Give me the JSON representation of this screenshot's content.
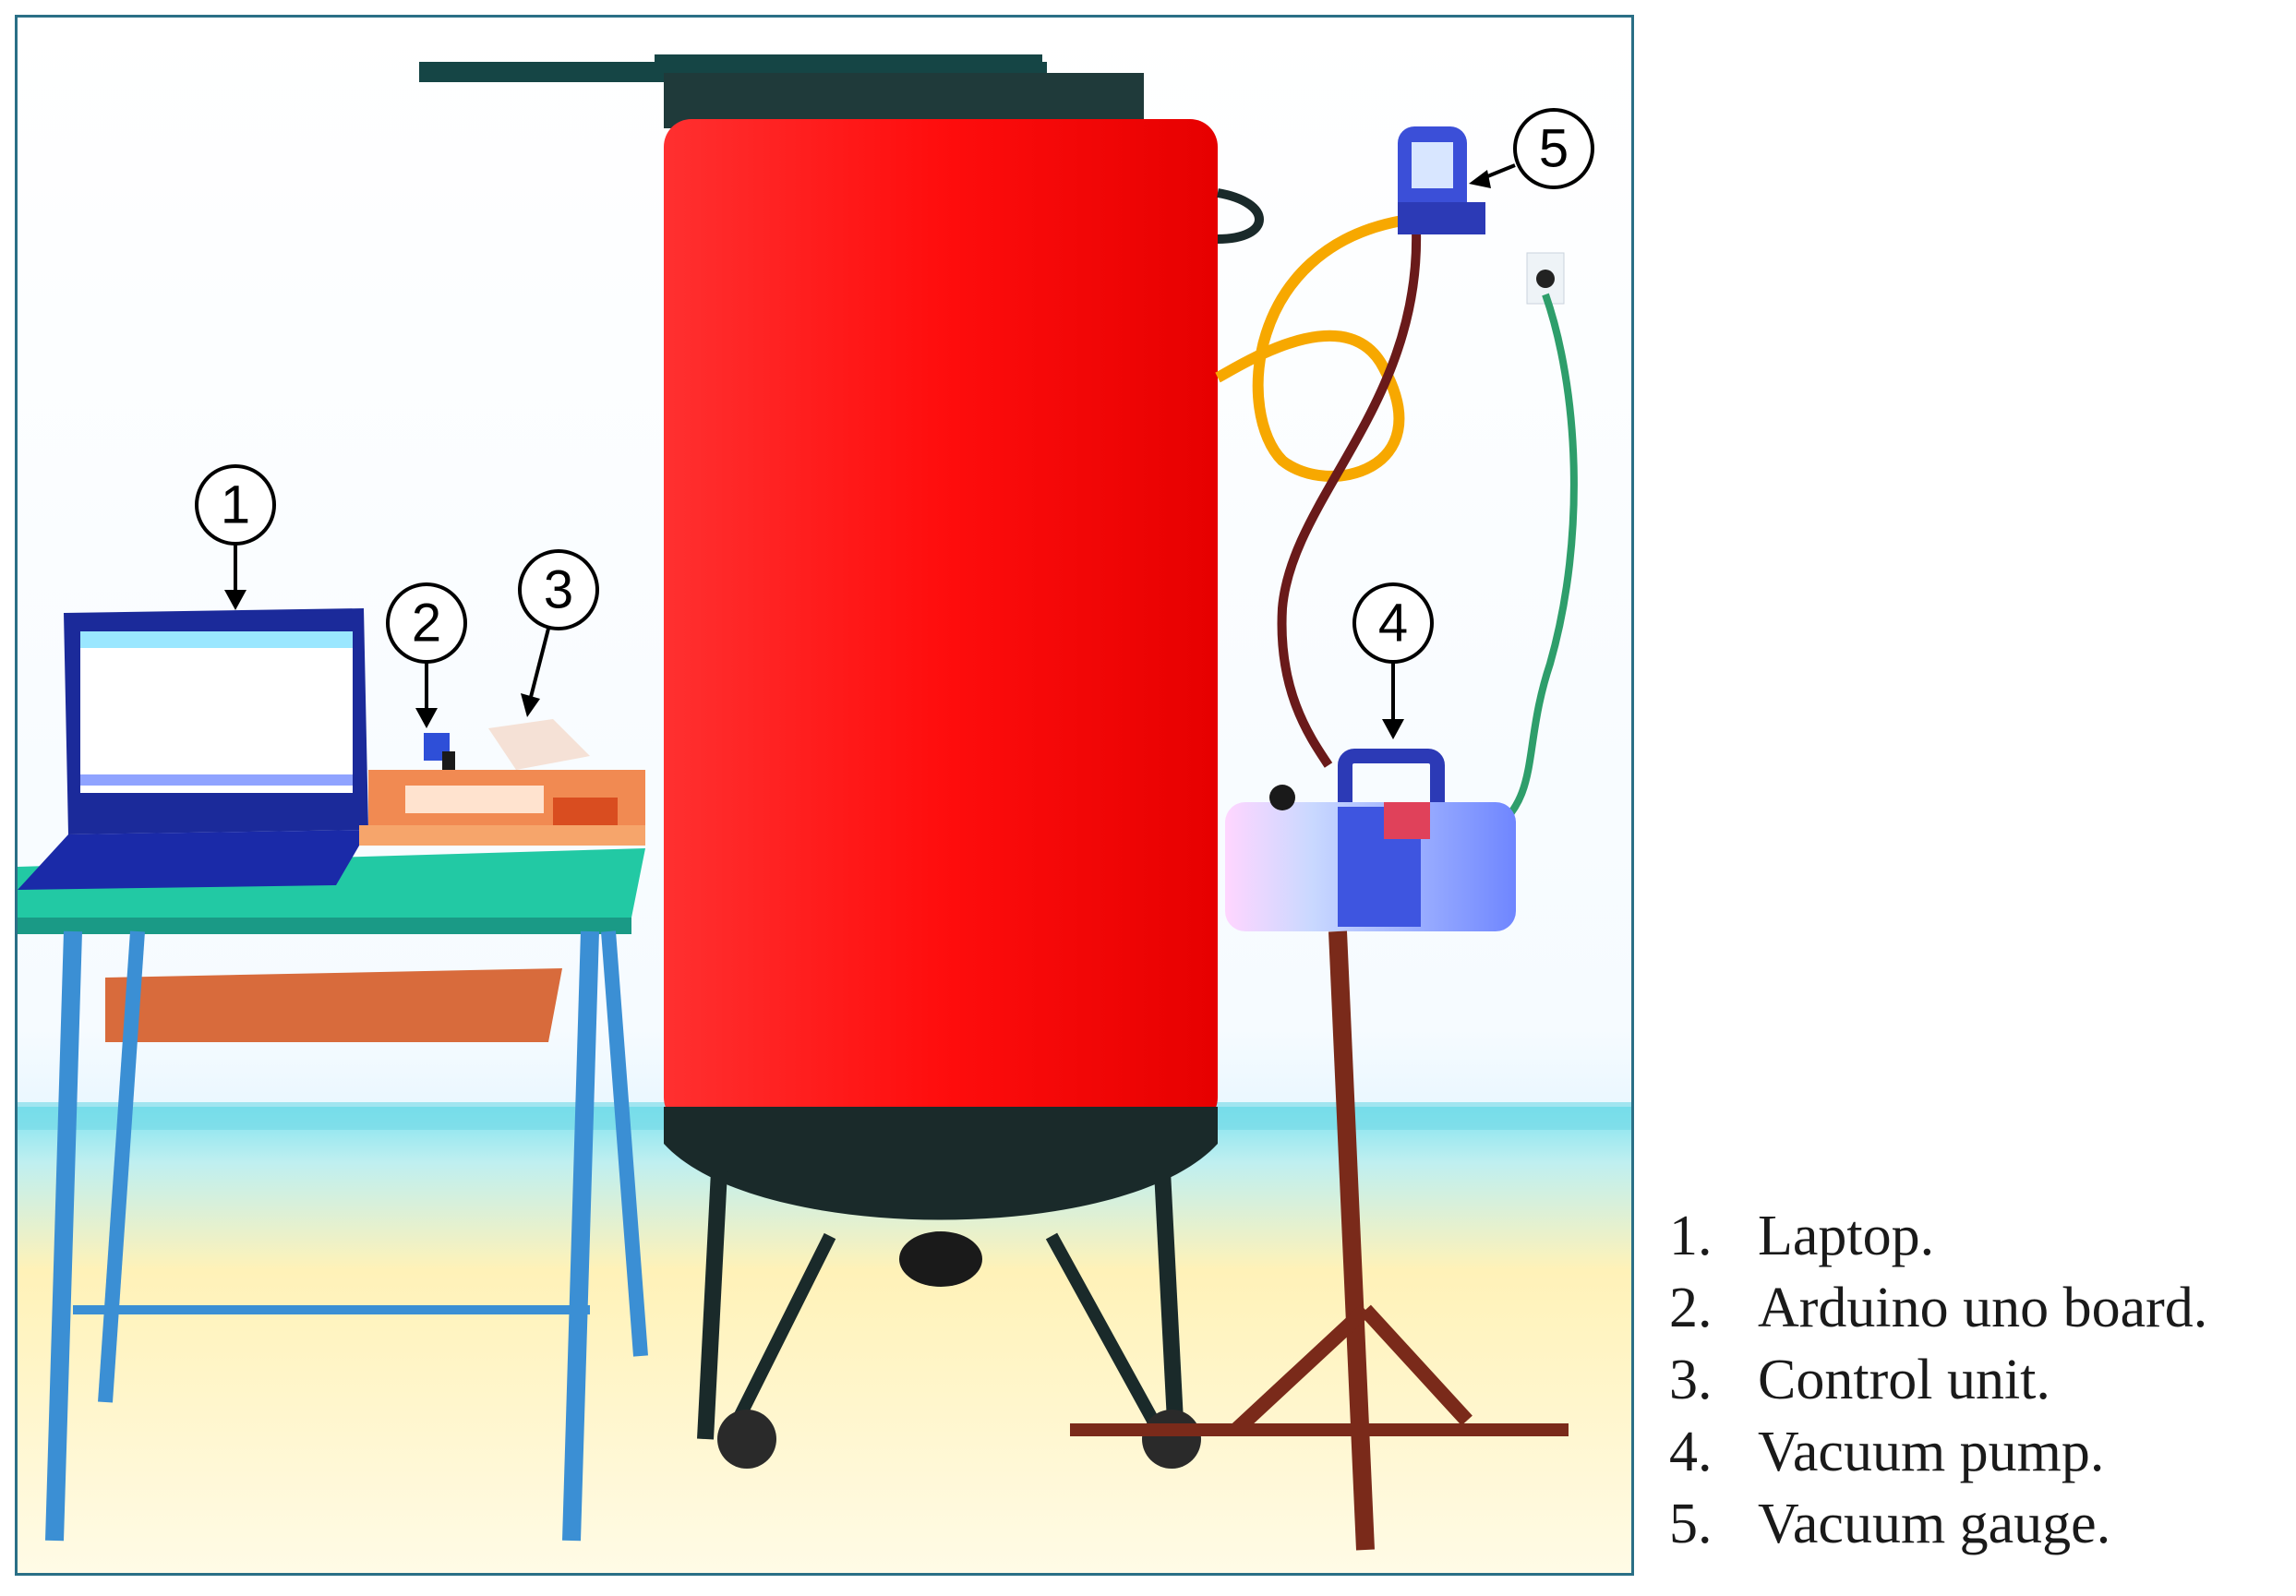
{
  "figure": {
    "callouts": [
      {
        "id": "1",
        "label": "1"
      },
      {
        "id": "2",
        "label": "2"
      },
      {
        "id": "3",
        "label": "3"
      },
      {
        "id": "4",
        "label": "4"
      },
      {
        "id": "5",
        "label": "5"
      }
    ],
    "legend": [
      {
        "num": "1.",
        "text": "Laptop."
      },
      {
        "num": "2.",
        "text": "Arduino uno board."
      },
      {
        "num": "3.",
        "text": "Control unit."
      },
      {
        "num": "4.",
        "text": "Vacuum pump."
      },
      {
        "num": "5.",
        "text": "Vacuum gauge."
      }
    ]
  }
}
